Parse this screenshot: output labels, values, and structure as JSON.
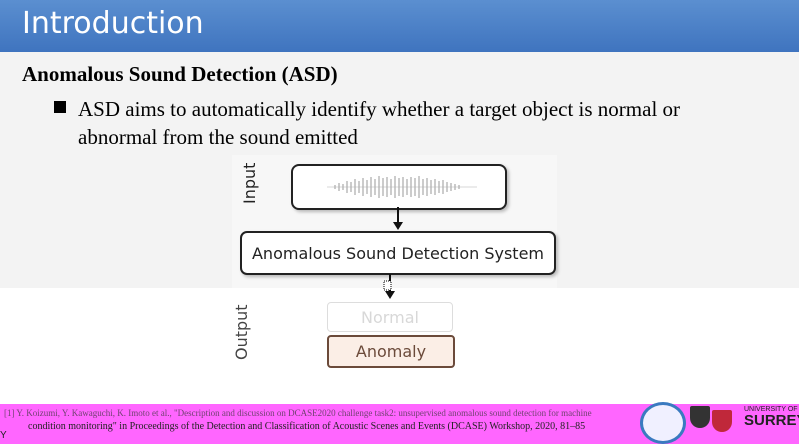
{
  "slide": {
    "title": "Introduction",
    "heading": "Anomalous Sound Detection (ASD)",
    "bullet": "ASD aims to automatically identify whether a target object is normal or abnormal from the sound emitted"
  },
  "diagram": {
    "input_label": "Input",
    "system_label": "Anomalous Sound Detection System",
    "output_label": "Output",
    "normal_label": "Normal",
    "anomaly_label": "Anomaly"
  },
  "footer": {
    "reference_line1": "[1] Y. Koizumi, Y. Kawaguchi, K. Imoto et al., \"Description and discussion on DCASE2020 challenge task2: unsupervised anomalous sound detection for machine",
    "reference_line2": "condition monitoring\" in Proceedings of the Detection and Classification of Acoustic Scenes and Events (DCASE) Workshop, 2020, 81–85",
    "left_fragment": "Y",
    "logo_text": "SURREY",
    "logo_small": "UNIVERSITY OF"
  },
  "colors": {
    "title_bar": "#4a7fc6",
    "footer_bar": "#ff66ff",
    "anomaly_border": "#6b4a3a"
  }
}
